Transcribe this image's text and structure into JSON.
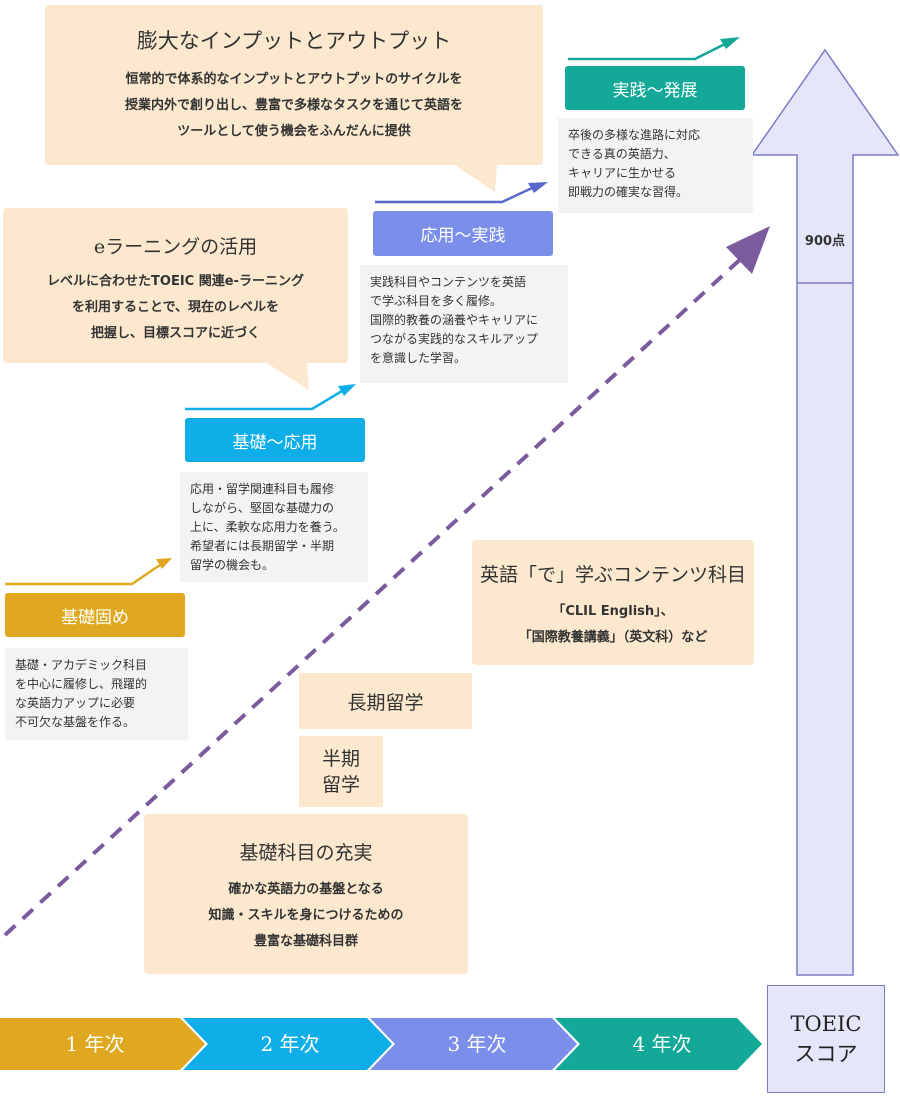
{
  "colors": {
    "year1": "#e0a820",
    "year2": "#10aee8",
    "year3": "#7b8fea",
    "year4": "#13a898",
    "callout": "#fbe8cf",
    "desc_bg": "#f3f3f3",
    "score_bar": "#e6e6fa",
    "score_border": "#7b7bc8",
    "diagonal": "#7b5a9e"
  },
  "callout_main": {
    "title": "膨大なインプットとアウトプット",
    "lines": [
      "恒常的で体系的なインプットとアウトプットのサイクルを",
      "授業内外で創り出し、豊富で多様なタスクを通じて英語を",
      "ツールとして使う機会をふんだんに提供"
    ]
  },
  "callout_elearning": {
    "title": "eラーニングの活用",
    "lines": [
      "レベルに合わせたTOEIC 関連e-ラーニング",
      "を利用することで、現在のレベルを",
      "把握し、目標スコアに近づく"
    ]
  },
  "callout_content": {
    "title": "英語「で」学ぶコンテンツ科目",
    "lines": [
      "「CLIL English」、",
      "「国際教養講義」（英文科）など"
    ]
  },
  "callout_basic": {
    "title": "基礎科目の充実",
    "lines": [
      "確かな英語力の基盤となる",
      "知識・スキルを身につけるための",
      "豊富な基礎科目群"
    ]
  },
  "study_abroad": {
    "long": "長期留学",
    "half_line1": "半期",
    "half_line2": "留学"
  },
  "stages": [
    {
      "label": "基礎固め",
      "desc": [
        "基礎・アカデミック科目",
        "を中心に履修し、飛躍的",
        "な英語力アップに必要",
        "不可欠な基盤を作る。"
      ]
    },
    {
      "label": "基礎〜応用",
      "desc": [
        "応用・留学関連科目も履修",
        "しながら、堅固な基礎力の",
        "上に、柔軟な応用力を養う。",
        "希望者には長期留学・半期",
        "留学の機会も。"
      ]
    },
    {
      "label": "応用〜実践",
      "desc": [
        "実践科目やコンテンツを英語",
        "で学ぶ科目を多く履修。",
        "国際的教養の涵養やキャリアに",
        "つながる実践的なスキルアップ",
        "を意識した学習。"
      ]
    },
    {
      "label": "実践〜発展",
      "desc": [
        "卒後の多様な進路に対応",
        "できる真の英語力、",
        "キャリアに生かせる",
        "即戦力の確実な習得。"
      ]
    }
  ],
  "years": [
    "1 年次",
    "2 年次",
    "3 年次",
    "4 年次"
  ],
  "score": {
    "value_label": "900点",
    "caption_line1": "TOEIC",
    "caption_line2": "スコア"
  }
}
